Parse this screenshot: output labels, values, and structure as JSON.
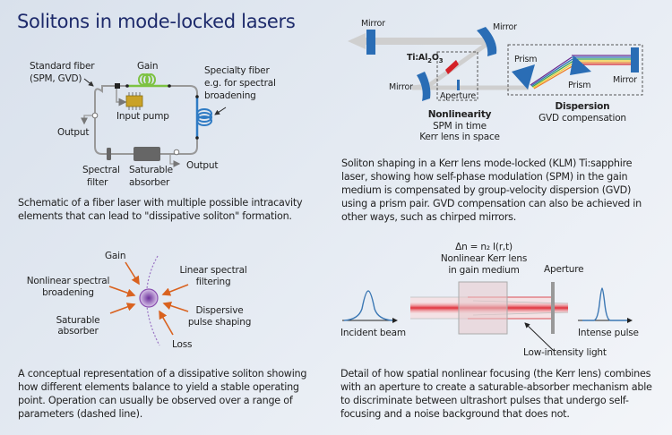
{
  "title": "Solitons in mode-locked lasers",
  "colors": {
    "title": "#1d2a6b",
    "gain_fiber": "#7dc242",
    "specialty_fiber": "#2f7bc4",
    "mirror": "#2a6db5",
    "crystal": "#d42027",
    "arrow_orange": "#d9621f",
    "soliton_purple": "#8a4fb0",
    "beam_red": "#e0303a"
  },
  "fiber_laser": {
    "labels": {
      "standard_fiber_1": "Standard fiber",
      "standard_fiber_2": "(SPM, GVD)",
      "gain": "Gain",
      "specialty_1": "Specialty fiber",
      "specialty_2": "e.g. for spectral",
      "specialty_3": "broadening",
      "input_pump": "Input pump",
      "output_left": "Output",
      "output_bottom": "Output",
      "spectral_1": "Spectral",
      "spectral_2": "filter",
      "saturable_1": "Saturable",
      "saturable_2": "absorber"
    },
    "caption": "Schematic of a fiber laser with multiple possible intracavity elements that can lead to \"dissipative soliton\" formation."
  },
  "klm_laser": {
    "labels": {
      "mirror_left": "Mirror",
      "mirror_top": "Mirror",
      "mirror_lower": "Mirror",
      "mirror_end": "Mirror",
      "crystal_main": "Ti:Al",
      "crystal_sub1": "2",
      "crystal_mid": "O",
      "crystal_sub2": "3",
      "aperture": "Aperture",
      "prism_1": "Prism",
      "prism_2": "Prism",
      "nonlinearity_title": "Nonlinearity",
      "nonlinearity_1": "SPM in time",
      "nonlinearity_2": "Kerr lens in space",
      "dispersion_title": "Dispersion",
      "dispersion_1": "GVD compensation"
    },
    "caption": "Soliton shaping in a Kerr lens mode-locked (KLM) Ti:sapphire laser, showing how self-phase modulation (SPM) in the gain medium is compensated by group-velocity dispersion (GVD) using a prism pair. GVD compensation can also be achieved in other ways, such as chirped mirrors."
  },
  "dissipative": {
    "labels": {
      "gain": "Gain",
      "nonlinear_1": "Nonlinear spectral",
      "nonlinear_2": "broadening",
      "saturable_1": "Saturable",
      "saturable_2": "absorber",
      "linear_1": "Linear spectral",
      "linear_2": "filtering",
      "dispersive_1": "Dispersive",
      "dispersive_2": "pulse shaping",
      "loss": "Loss"
    },
    "caption": "A conceptual representation of a dissipative soliton showing how different elements balance to yield a stable operating point. Operation can usually be observed over a range of parameters (dashed line)."
  },
  "kerr_lens": {
    "labels": {
      "equation": "Δn = n₂ I(r,t)",
      "kerr_1": "Nonlinear Kerr lens",
      "kerr_2": "in gain medium",
      "aperture": "Aperture",
      "incident": "Incident beam",
      "intense": "Intense pulse",
      "low_intensity": "Low-intensity light"
    },
    "caption": "Detail of how spatial nonlinear focusing (the Kerr lens) combines with an aperture to create a saturable-absorber mechanism able to discriminate between ultrashort pulses that undergo self-focusing and a noise background that does not."
  }
}
